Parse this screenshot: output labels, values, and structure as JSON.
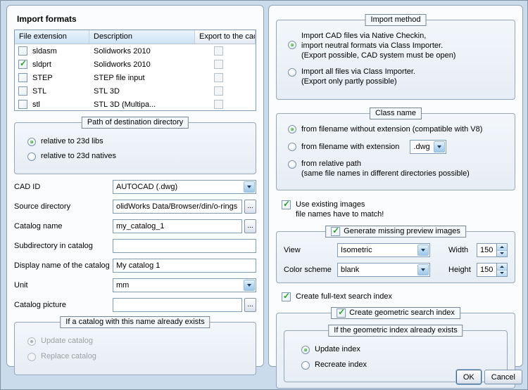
{
  "left": {
    "title": "Import formats",
    "table": {
      "headers": [
        "File extension",
        "Description",
        "Export to the cad system"
      ],
      "rows": [
        {
          "sel": false,
          "ext": "sldasm",
          "desc": "Solidworks 2010"
        },
        {
          "sel": true,
          "ext": "sldprt",
          "desc": "Solidworks 2010"
        },
        {
          "sel": false,
          "ext": "STEP",
          "desc": "STEP file input"
        },
        {
          "sel": false,
          "ext": "STL",
          "desc": "STL 3D"
        },
        {
          "sel": false,
          "ext": "stl",
          "desc": "STL 3D (Multipa..."
        }
      ]
    },
    "path_group": {
      "title": "Path of destination directory",
      "opt1": {
        "label": "relative to 23d libs",
        "selected": true
      },
      "opt2": {
        "label": "relative to 23d natives",
        "selected": false
      }
    },
    "browse_label": "...",
    "fields": {
      "cad_id": {
        "label": "CAD ID",
        "value": "AUTOCAD (.dwg)"
      },
      "source_dir": {
        "label": "Source directory",
        "value": "olidWorks Data/Browser/din/o-rings"
      },
      "catalog_name": {
        "label": "Catalog name",
        "value": "my_catalog_1"
      },
      "subdir": {
        "label": "Subdirectory in catalog",
        "value": ""
      },
      "display_name": {
        "label": "Display name of the catalog",
        "value": "My catalog 1"
      },
      "unit": {
        "label": "Unit",
        "value": "mm"
      },
      "catalog_picture": {
        "label": "Catalog picture",
        "value": ""
      }
    },
    "exists_group": {
      "title": "If a catalog with this name already exists",
      "opt1": {
        "label": "Update catalog",
        "selected": true
      },
      "opt2": {
        "label": "Replace catalog",
        "selected": false
      }
    }
  },
  "right": {
    "import_method": {
      "title": "Import method",
      "opt1": {
        "selected": true,
        "line1": "Import CAD files via Native Checkin,",
        "line2": "import neutral formats via Class Importer.",
        "line3": "(Export possible, CAD system must be open)"
      },
      "opt2": {
        "selected": false,
        "line1": "Import all files via Class Importer.",
        "line2": "(Export only partly possible)"
      }
    },
    "class_name": {
      "title": "Class name",
      "opt1": {
        "label": "from filename without extension (compatible with V8)",
        "selected": true
      },
      "opt2": {
        "label": "from filename with extension",
        "dropdown": ".dwg",
        "selected": false
      },
      "opt3": {
        "line1": "from relative path",
        "line2": "(same file names in different directories possible)",
        "selected": false
      }
    },
    "use_existing": {
      "checked": true,
      "line1": "Use existing images",
      "line2": "file names have to match!"
    },
    "preview": {
      "checked": true,
      "title": "Generate missing preview images",
      "view_label": "View",
      "view_value": "Isometric",
      "width_label": "Width",
      "width_value": "150",
      "color_label": "Color scheme",
      "color_value": "blank",
      "height_label": "Height",
      "height_value": "150"
    },
    "fulltext": {
      "checked": true,
      "label": "Create full-text search index"
    },
    "geometric": {
      "checked": true,
      "title": "Create geometric search index",
      "inner_title": "If the geometric index already exists",
      "opt1": {
        "label": "Update index",
        "selected": true
      },
      "opt2": {
        "label": "Recreate index",
        "selected": false
      }
    }
  },
  "footer": {
    "ok": "OK",
    "cancel": "Cancel"
  }
}
